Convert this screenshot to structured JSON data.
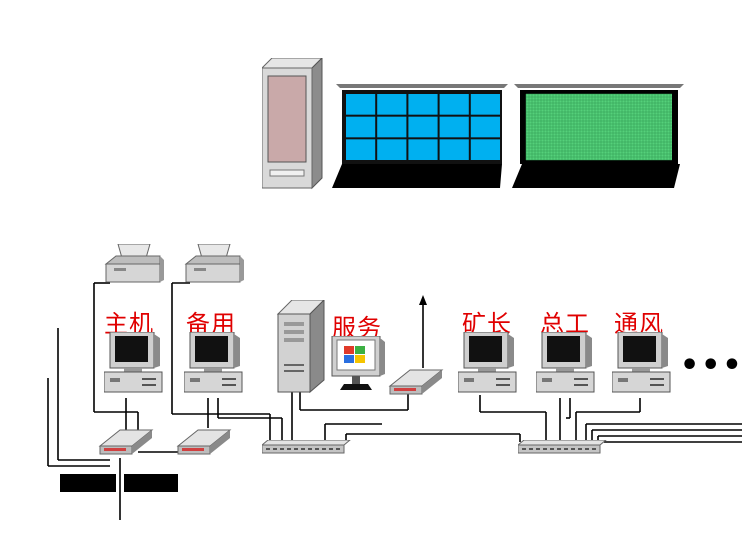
{
  "labels": {
    "host": "主机",
    "backup": "备用",
    "server": "服务",
    "mine_manager": "矿长",
    "chief_engineer": "总工",
    "ventilation": "通风",
    "more": "•••"
  },
  "colors": {
    "label_red": "#e00000",
    "display_cyan": "#00b0f0",
    "display_green": "#55d07a",
    "device_gray": "#c8c8c8"
  }
}
